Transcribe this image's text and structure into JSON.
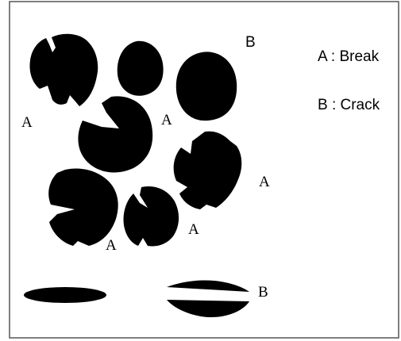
{
  "legend": {
    "break_entry": "A : Break",
    "crack_entry": "B : Crack"
  },
  "markers": {
    "break": "A",
    "crack": "B"
  },
  "colors": {
    "ink": "#000000",
    "paper": "#ffffff",
    "frame": "#555555"
  }
}
